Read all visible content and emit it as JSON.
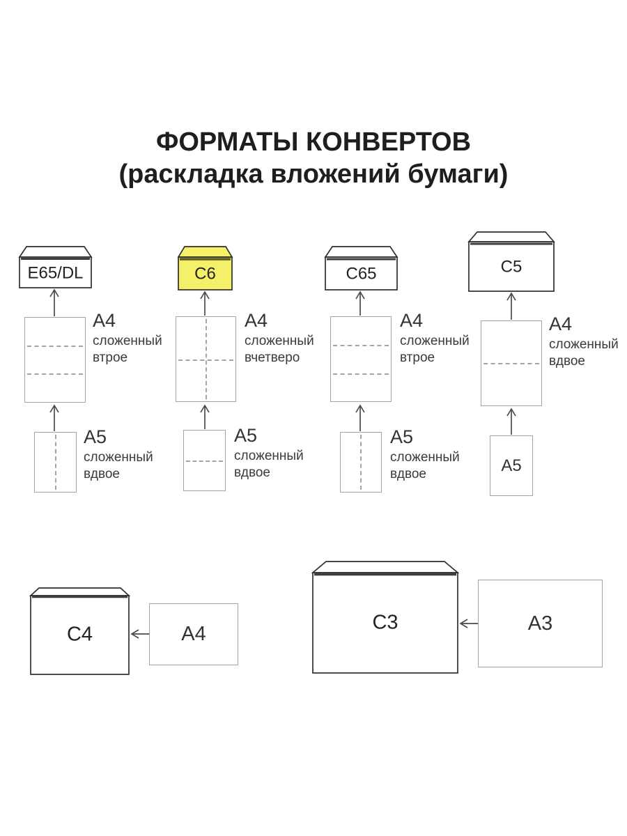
{
  "title": {
    "line1": "ФОРМАТЫ КОНВЕРТОВ",
    "line2": "(раскладка вложений бумаги)"
  },
  "colors": {
    "background": "#ffffff",
    "title_text": "#1e1e1e",
    "label_text": "#3a3a3a",
    "envelope_outline": "#2d2d2d",
    "envelope_fill": "#ffffff",
    "highlight_envelope_fill": "#f4f06a",
    "highlight_fold_line": "#5f5c1c",
    "fold_line": "#3f3f3f",
    "sheet_outline": "#a3a3a3",
    "arrow": "#4a4a4a"
  },
  "flows": [
    {
      "envelope": "E65/DL",
      "highlighted": false,
      "a4": {
        "size": "A4",
        "desc": "сложенный втрое",
        "fold": "thirds-horizontal"
      },
      "a5": {
        "size": "A5",
        "desc": "сложенный вдвое",
        "fold": "half-vertical"
      }
    },
    {
      "envelope": "C6",
      "highlighted": true,
      "a4": {
        "size": "A4",
        "desc": "сложенный вчетверо",
        "fold": "quarters-cross"
      },
      "a5": {
        "size": "A5",
        "desc": "сложенный вдвое",
        "fold": "half-horizontal"
      }
    },
    {
      "envelope": "C65",
      "highlighted": false,
      "a4": {
        "size": "A4",
        "desc": "сложенный втрое",
        "fold": "thirds-horizontal"
      },
      "a5": {
        "size": "A5",
        "desc": "сложенный вдвое",
        "fold": "half-vertical"
      }
    },
    {
      "envelope": "C5",
      "highlighted": false,
      "a4": {
        "size": "A4",
        "desc": "сложенный вдвое",
        "fold": "half-horizontal"
      },
      "a5": {
        "size": "A5",
        "desc": "",
        "fold": "none"
      }
    }
  ],
  "bottom_flows": [
    {
      "envelope": "C4",
      "sheet": "A4"
    },
    {
      "envelope": "C3",
      "sheet": "A3"
    }
  ]
}
